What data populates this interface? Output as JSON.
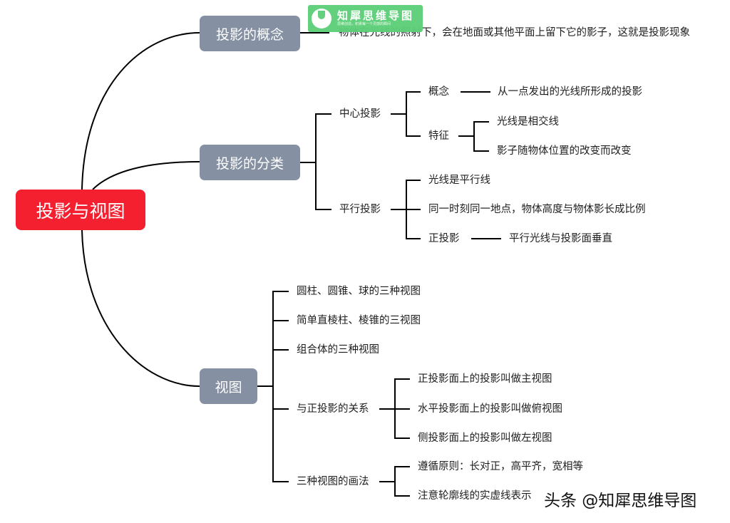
{
  "root": {
    "label": "投影与视图",
    "color": "#f5202f"
  },
  "branch_color": "#8590a3",
  "branches": [
    {
      "label": "投影的概念",
      "children": [
        {
          "label": "物体在光线的照射下，会在地面或其他平面上留下它的影子，这就是投影现象"
        }
      ]
    },
    {
      "label": "投影的分类",
      "children": [
        {
          "label": "中心投影",
          "children": [
            {
              "label": "概念",
              "children": [
                {
                  "label": "从一点发出的光线所形成的投影"
                }
              ]
            },
            {
              "label": "特征",
              "children": [
                {
                  "label": "光线是相交线"
                },
                {
                  "label": "影子随物体位置的改变而改变"
                }
              ]
            }
          ]
        },
        {
          "label": "平行投影",
          "children": [
            {
              "label": "光线是平行线"
            },
            {
              "label": "同一时刻同一地点，物体高度与物体影长成比例"
            },
            {
              "label": "正投影",
              "children": [
                {
                  "label": "平行光线与投影面垂直"
                }
              ]
            }
          ]
        }
      ]
    },
    {
      "label": "视图",
      "children": [
        {
          "label": "圆柱、圆锥、球的三种视图"
        },
        {
          "label": "简单直棱柱、棱锥的三视图"
        },
        {
          "label": "组合体的三种视图"
        },
        {
          "label": "与正投影的关系",
          "children": [
            {
              "label": "正投影面上的投影叫做主视图"
            },
            {
              "label": "水平投影面上的投影叫做俯视图"
            },
            {
              "label": "侧投影面上的投影叫做左视图"
            }
          ]
        },
        {
          "label": "三种视图的画法",
          "children": [
            {
              "label": "遵循原则：长对正，高平齐，宽相等"
            },
            {
              "label": "注意轮廓线的实虚线表示"
            }
          ]
        }
      ]
    }
  ],
  "watermark": {
    "title": "知犀思维导图",
    "subtitle": "思维创造，积累每一个灵感的瞬间",
    "color": "#5dcf78"
  },
  "credit": "头条 @知犀思维导图"
}
